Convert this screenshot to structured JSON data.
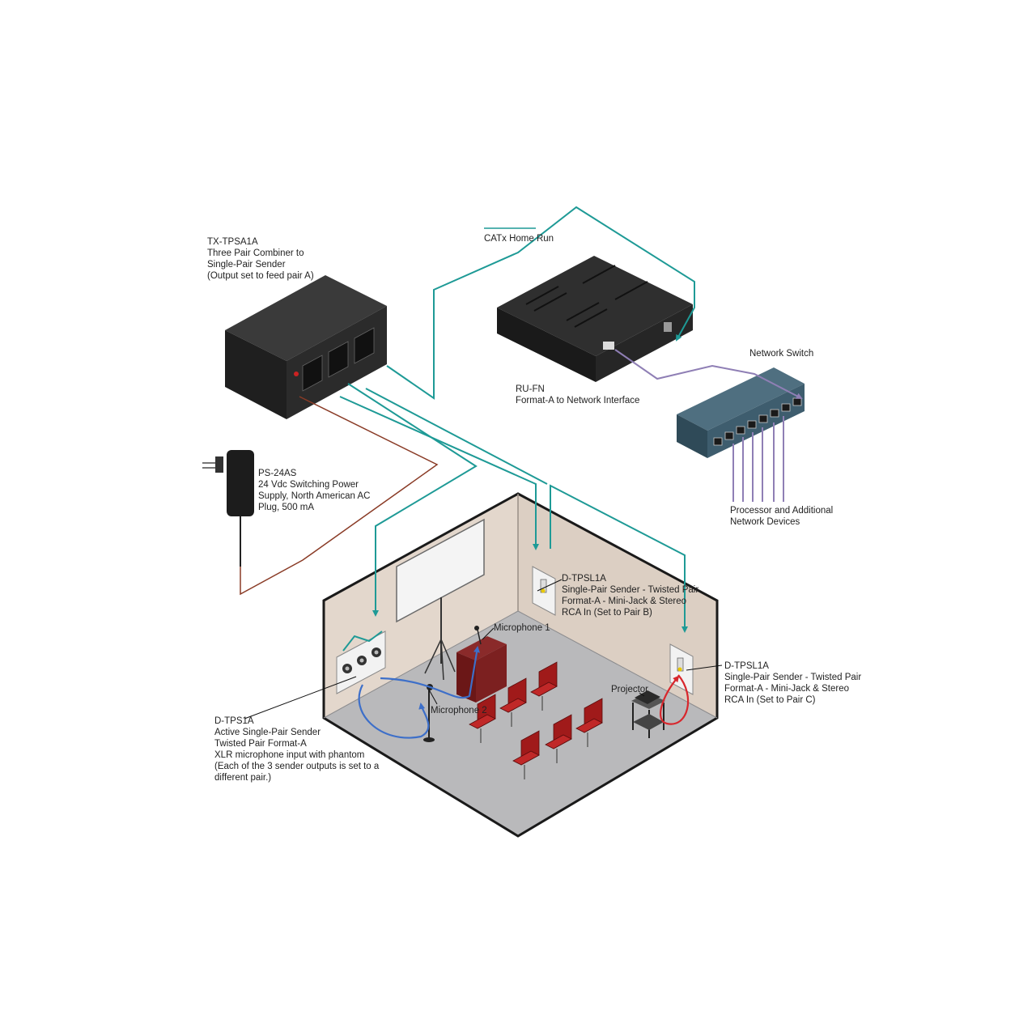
{
  "labels": {
    "tx_tpsa1a": [
      "TX-TPSA1A",
      "Three Pair Combiner to",
      "Single-Pair Sender",
      "(Output set to feed pair A)"
    ],
    "catx_home_run": [
      "CATx Home Run"
    ],
    "ru_fn": [
      "RU-FN",
      "Format-A to Network Interface"
    ],
    "network_switch": [
      "Network Switch"
    ],
    "ps_24as": [
      "PS-24AS",
      "24 Vdc Switching Power",
      "Supply, North American AC",
      "Plug, 500 mA"
    ],
    "processor_devices": [
      "Processor and Additional",
      "Network Devices"
    ],
    "d_tpsl1a_b": [
      "D-TPSL1A",
      "Single-Pair Sender - Twisted Pair",
      "Format-A - Mini-Jack & Stereo",
      "RCA In (Set to Pair B)"
    ],
    "d_tpsl1a_c": [
      "D-TPSL1A",
      "Single-Pair Sender - Twisted Pair",
      "Format-A - Mini-Jack & Stereo",
      "RCA In (Set to Pair C)"
    ],
    "microphone_1": [
      "Microphone 1"
    ],
    "microphone_2": [
      "Microphone 2"
    ],
    "projector": [
      "Projector"
    ],
    "d_tps1a": [
      "D-TPS1A",
      "Active Single-Pair Sender",
      "Twisted Pair Format-A",
      "XLR microphone input with phantom",
      "(Each of the 3 sender outputs is set to a",
      "different pair.)"
    ]
  },
  "colors": {
    "catx_cable": "#1e9a96",
    "network_cable": "#8f7fb5",
    "power_cable": "#8a3b26",
    "mic_cable": "#3d6fc9",
    "av_cable": "#d8272d"
  }
}
